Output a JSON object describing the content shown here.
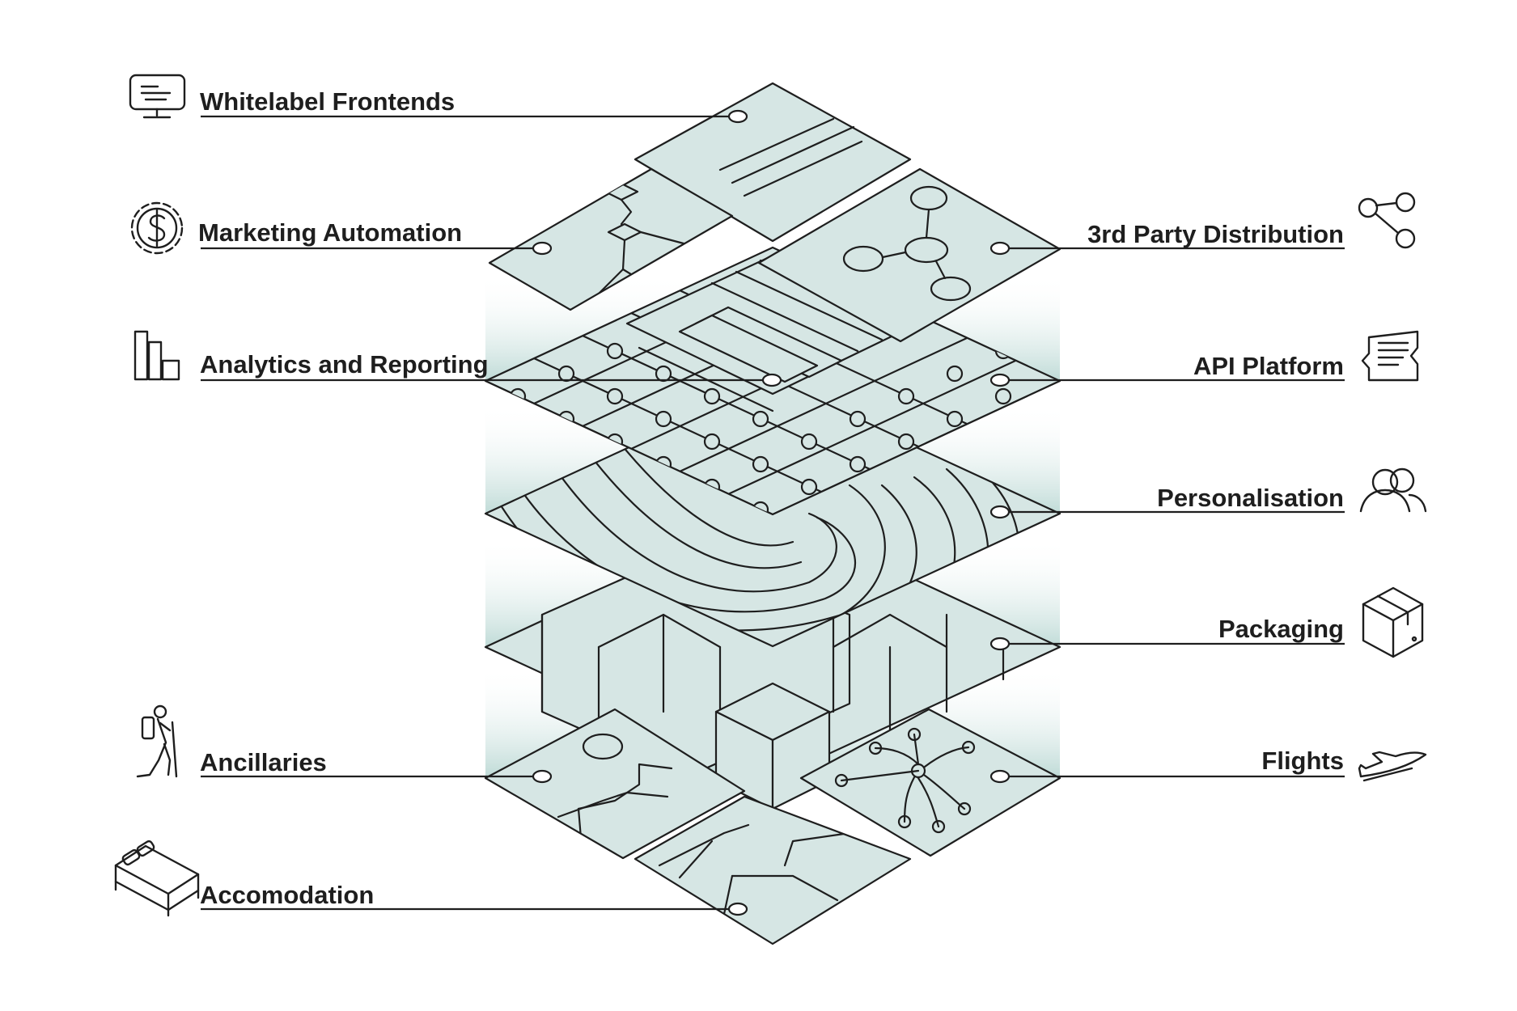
{
  "labels": {
    "whitelabel_frontends": "Whitelabel Frontends",
    "marketing_automation": "Marketing Automation",
    "analytics_reporting": "Analytics and Reporting",
    "ancillaries": "Ancillaries",
    "accomodation": "Accomodation",
    "third_party_distribution": "3rd Party Distribution",
    "api_platform": "API Platform",
    "personalisation": "Personalisation",
    "packaging": "Packaging",
    "flights": "Flights"
  },
  "icons": {
    "whitelabel_frontends": "monitor-icon",
    "marketing_automation": "dollar-gear-icon",
    "analytics_reporting": "bar-chart-icon",
    "ancillaries": "hiker-icon",
    "accomodation": "bed-icon",
    "third_party_distribution": "share-icon",
    "api_platform": "api-document-icon",
    "personalisation": "users-icon",
    "packaging": "package-box-icon",
    "flights": "airplane-icon"
  },
  "colors": {
    "tile_fill": "#d6e6e4",
    "glow": "#bcd9d5",
    "ink": "#1e1e1e"
  }
}
